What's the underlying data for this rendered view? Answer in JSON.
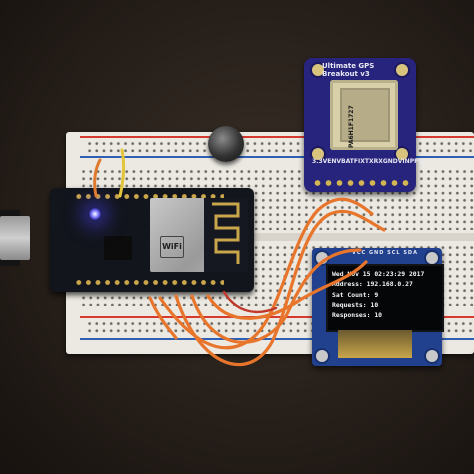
{
  "scene": {
    "description_alt": "Breadboard prototype with NodeMCU board, GPS breakout and OLED display"
  },
  "gps_module": {
    "title_line1": "Ultimate GPS",
    "title_line2": "Breakout v3",
    "patch_label": "PA6H1F1727",
    "pin_labels": [
      "3.3V",
      "EN",
      "VBAT",
      "FIX",
      "TX",
      "RX",
      "GND",
      "VIN",
      "PPS"
    ]
  },
  "esp_module": {
    "label": "WiFi"
  },
  "oled": {
    "lines": [
      "Wed Nov 15 02:23:29 2017",
      "Address:  192.168.0.27",
      "Sat Count: 9",
      "Requests:  10",
      "Responses: 10"
    ],
    "pin_labels": "VCC GND SCL SDA"
  }
}
